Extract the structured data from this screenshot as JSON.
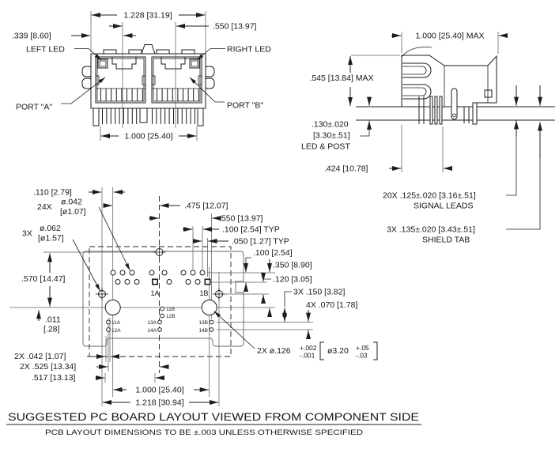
{
  "footer": {
    "title": "SUGGESTED PC BOARD LAYOUT VIEWED FROM COMPONENT SIDE",
    "note": "PCB LAYOUT DIMENSIONS TO BE ±.003 UNLESS OTHERWISE SPECIFIED"
  },
  "front_view": {
    "dim_overall_width": "1.228 [31.19]",
    "dim_port_spacing": ".550 [13.97]",
    "dim_edge_to_port": ".339 [8.60]",
    "label_left_led": "LEFT LED",
    "label_right_led": "RIGHT LED",
    "label_port_a": "PORT \"A\"",
    "label_port_b": "PORT \"B\"",
    "dim_bottom_width": "1.000 [25.40]"
  },
  "side_view": {
    "dim_depth": "1.000 [25.40] MAX",
    "dim_height": ".545 [13.84] MAX",
    "dim_led_post_in": ".130±.020",
    "dim_led_post_mm": "[3.30±.51]",
    "label_led_post": "LED & POST",
    "dim_setback": ".424 [10.78]",
    "dim_signal_leads": "20X .125±.020 [3.16±.51]",
    "label_signal_leads": "SIGNAL LEADS",
    "dim_shield_tab": "3X .135±.020 [3.43±.51]",
    "label_shield_tab": "SHIELD TAB"
  },
  "pcb_layout": {
    "dim_110": ".110 [2.79]",
    "qty_24x": "24X",
    "dia_042": "ø.042",
    "dia_042_mm": "[ø1.07]",
    "qty_3x": "3X",
    "dia_062": "ø.062",
    "dia_062_mm": "[ø1.57]",
    "dim_570": ".570 [14.47]",
    "dim_475": ".475 [12.07]",
    "dim_550": ".550 [13.97]",
    "dim_100_typ": ".100 [2.54] TYP",
    "dim_050_typ": ".050 [1.27] TYP",
    "dim_100": ".100 [2.54]",
    "dim_350": ".350 [8.90]",
    "dim_120": ".120 [3.05]",
    "dim_150": "3X .150 [3.82]",
    "dim_070": "4X .070 [1.78]",
    "dim_011": ".011",
    "dim_011_mm": "[.28]",
    "dim_042_2x": "2X .042 [1.07]",
    "dim_525": "2X .525 [13.34]",
    "dim_517": ".517 [13.13]",
    "dim_1000": "1.000 [25.40]",
    "dim_1218": "1.218 [30.94]",
    "hole_callout": {
      "qty": "2X ø.126",
      "tol_plus": "+.002",
      "tol_minus": "-.001",
      "mm": "ø3.20",
      "mm_tol_plus": "+.05",
      "mm_tol_minus": "-.03"
    },
    "pins": {
      "p1a": "1A",
      "p1b": "1B",
      "p11b": "11B",
      "p12b": "12B",
      "p11a": "11A",
      "p12a": "12A",
      "p13a": "13A",
      "p14a": "14A",
      "p13b": "13B",
      "p14b": "14B"
    }
  }
}
